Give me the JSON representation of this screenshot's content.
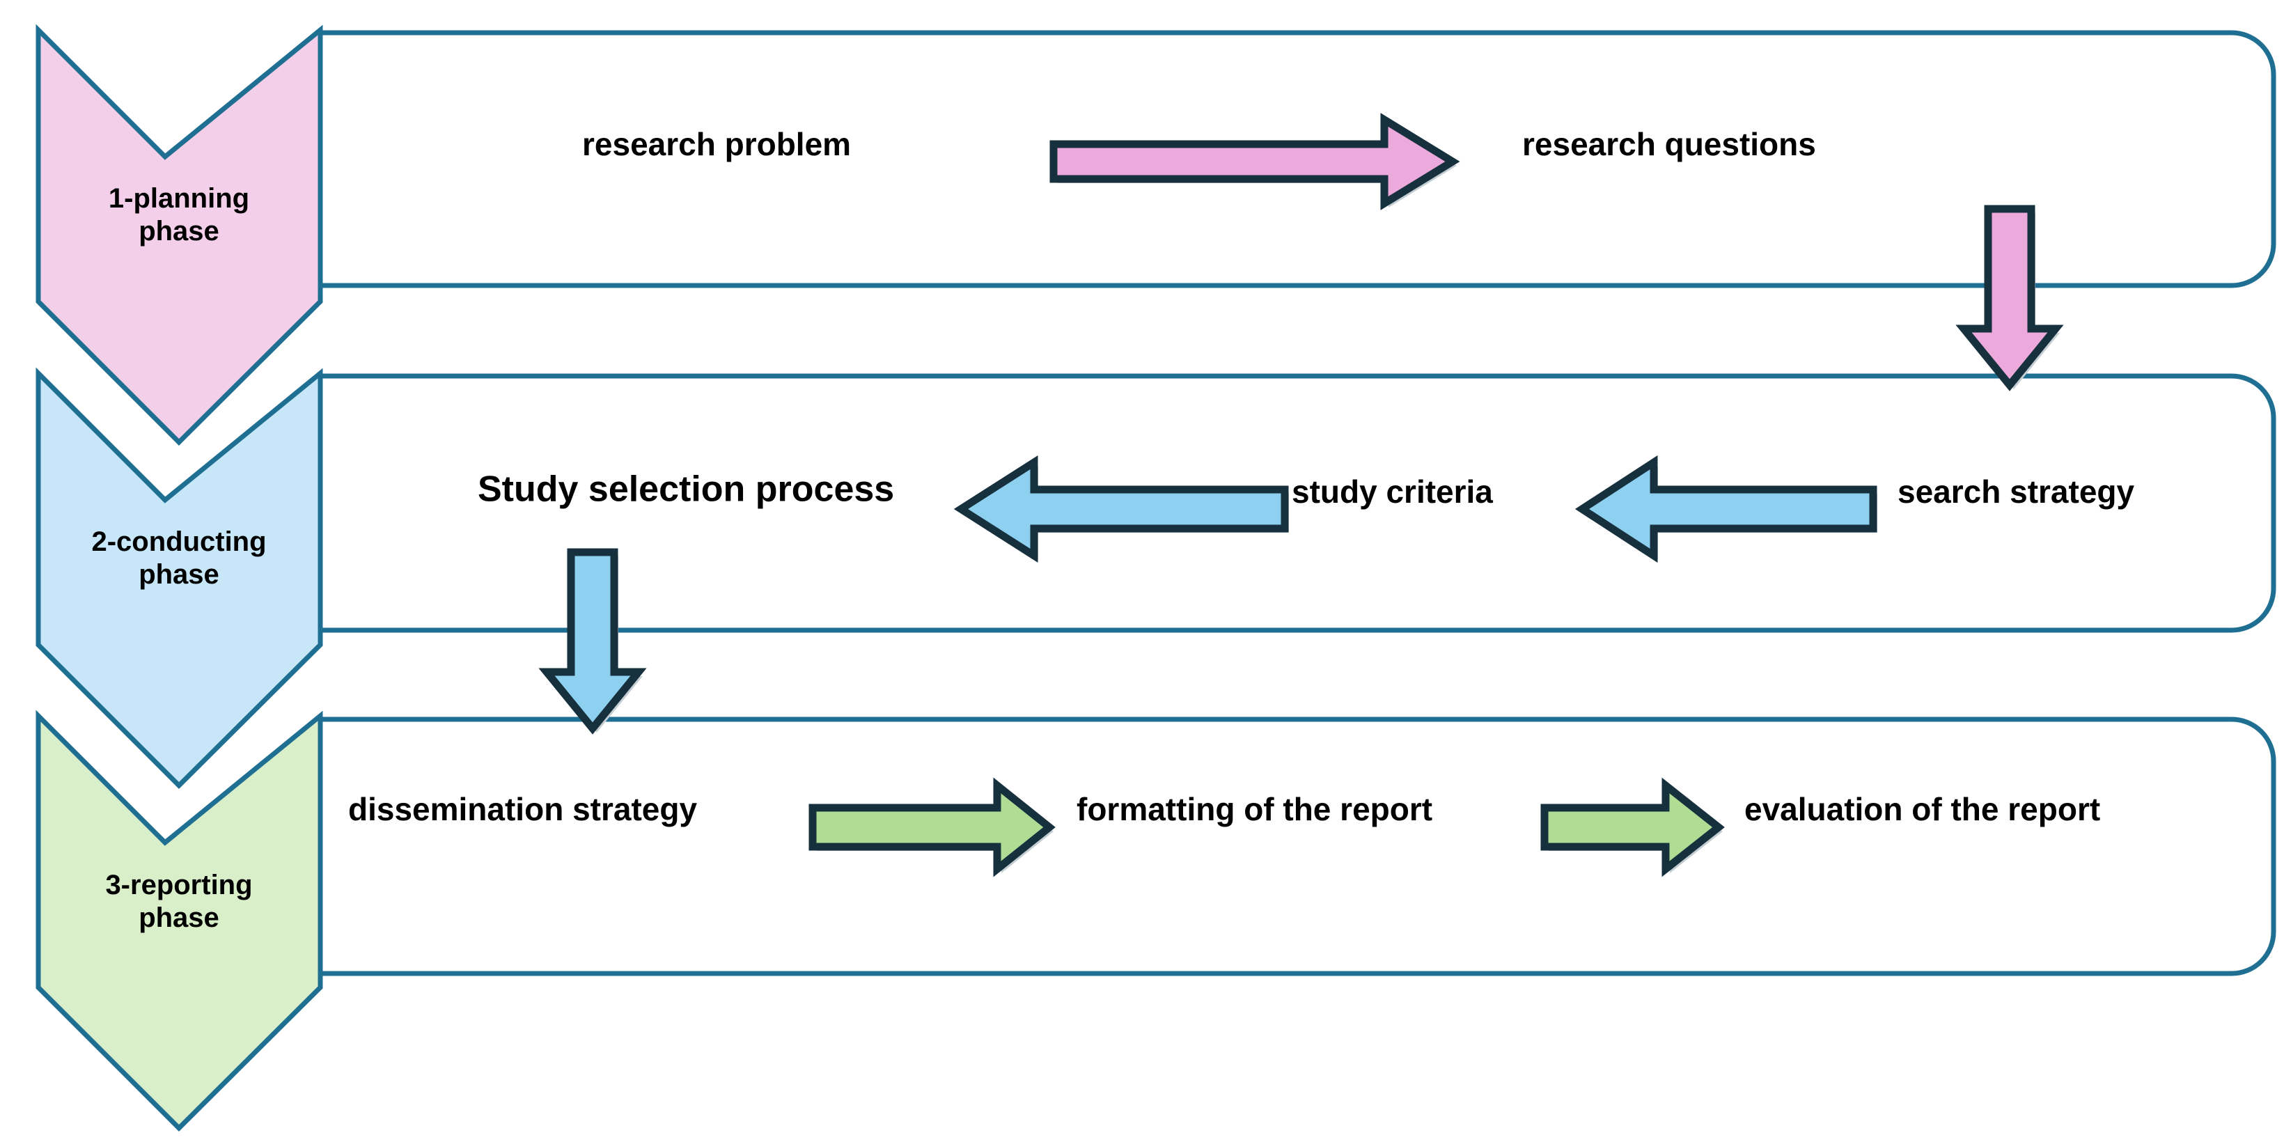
{
  "diagram": {
    "title": "Systematic literature review process phases",
    "colors": {
      "outline": "#1f6f93",
      "arrow_outline": "#17303d",
      "arrow_shadow": "#c3cdd2",
      "phase1_fill": "#f3cfe9",
      "phase2_fill": "#c7e7f8",
      "phase3_fill": "#d9efca",
      "box_fill": "#ffffff",
      "text": "#000000"
    },
    "phases": [
      {
        "id": "planning",
        "label": "1-planning\nphase",
        "fill_key": "phase1_fill",
        "nodes": [
          {
            "name": "research-problem",
            "label": "research problem",
            "emphasis": "normal"
          },
          {
            "name": "research-questions",
            "label": "research questions",
            "emphasis": "normal"
          }
        ],
        "arrows": [
          {
            "name": "arrow-problem-to-questions",
            "direction": "right",
            "color_key": "phase1_fill"
          },
          {
            "name": "arrow-planning-to-conducting",
            "direction": "down",
            "color_key": "phase1_fill"
          }
        ]
      },
      {
        "id": "conducting",
        "label": "2-conducting\nphase",
        "fill_key": "phase2_fill",
        "nodes": [
          {
            "name": "study-selection-process",
            "label": "Study selection process",
            "emphasis": "strong"
          },
          {
            "name": "study-criteria",
            "label": "study criteria",
            "emphasis": "normal"
          },
          {
            "name": "search-strategy",
            "label": "search strategy",
            "emphasis": "normal"
          }
        ],
        "arrows": [
          {
            "name": "arrow-criteria-to-selection",
            "direction": "left",
            "color_key": "phase2_fill"
          },
          {
            "name": "arrow-strategy-to-criteria",
            "direction": "left",
            "color_key": "phase2_fill"
          },
          {
            "name": "arrow-conducting-to-reporting",
            "direction": "down",
            "color_key": "phase2_fill"
          }
        ]
      },
      {
        "id": "reporting",
        "label": "3-reporting\nphase",
        "fill_key": "phase3_fill",
        "nodes": [
          {
            "name": "dissemination-strategy",
            "label": "dissemination strategy",
            "emphasis": "normal"
          },
          {
            "name": "formatting-of-the-report",
            "label": "formatting of the report",
            "emphasis": "normal"
          },
          {
            "name": "evaluation-of-the-report",
            "label": "evaluation of the report",
            "emphasis": "normal"
          }
        ],
        "arrows": [
          {
            "name": "arrow-dissemination-to-formatting",
            "direction": "right",
            "color_key": "phase3_fill"
          },
          {
            "name": "arrow-formatting-to-evaluation",
            "direction": "right",
            "color_key": "phase3_fill"
          }
        ]
      }
    ]
  },
  "labels": {
    "phase1": "1-planning\nphase",
    "phase2": "2-conducting\nphase",
    "phase3": "3-reporting\nphase",
    "research_problem": "research problem",
    "research_questions": "research questions",
    "study_selection_process": "Study selection process",
    "study_criteria": "study criteria",
    "search_strategy": "search strategy",
    "dissemination_strategy": "dissemination strategy",
    "formatting_of_the_report": "formatting of the report",
    "evaluation_of_the_report": "evaluation of the report"
  }
}
